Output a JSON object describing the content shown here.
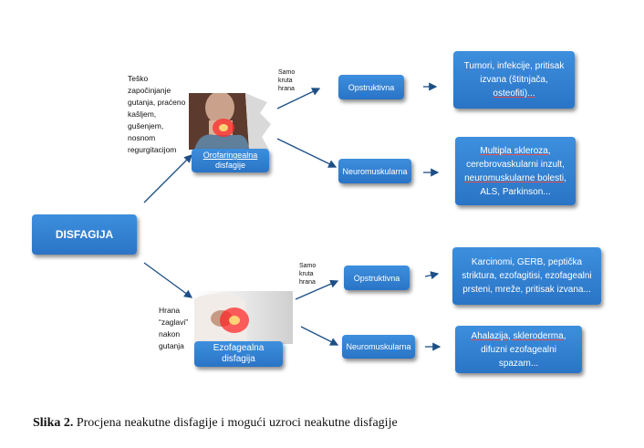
{
  "root": {
    "label": "DISFAGIJA"
  },
  "orofaringealna": {
    "note_lines": [
      "Teško",
      "započinjanje",
      "gutanja, praćeno",
      "kašljem,",
      "gušenjem,",
      "nosnom",
      "regurgitacijom"
    ],
    "box_label_line1": "Orofaringealna",
    "box_label_line2": "disfagije",
    "solid_note_lines": [
      "Samo",
      "kruta",
      "hrana"
    ],
    "obstruktivna_label": "Opstruktivna",
    "neuromuskularna_label": "Neuromuskularna",
    "obstruktivna_causes": [
      "Tumori, infekcije, pritisak",
      "izvana (štitnjača,",
      "osteofiti)..."
    ],
    "neuromuskularna_causes": [
      "Multipla skleroza,",
      "cerebrovaskularni inzult,",
      "neuromuskularne bolesti,",
      "ALS, Parkinson..."
    ]
  },
  "ezofagealna": {
    "note_lines": [
      "Hrana",
      "“zaglavi”",
      "nakon",
      "gutanja"
    ],
    "box_label_line1": "Ezofagealna",
    "box_label_line2": "disfagija",
    "solid_note_lines": [
      "Samo",
      "kruta",
      "hrana"
    ],
    "obstruktivna_label": "Opstruktivna",
    "neuromuskularna_label": "Neuromuskularna",
    "obstruktivna_causes": [
      "Karcinomi, GERB, peptička",
      "striktura, ezofagitisi, ezofagealni",
      "prsteni, mreže, pritisak izvana..."
    ],
    "neuromuskularna_causes": [
      "Ahalazija, skleroderma,",
      "difuzni ezofagealni spazam..."
    ]
  },
  "caption": {
    "prefix": "Slika 2.",
    "text": " Procjena neakutne disfagije i mogući uzroci neakutne disfagije"
  }
}
